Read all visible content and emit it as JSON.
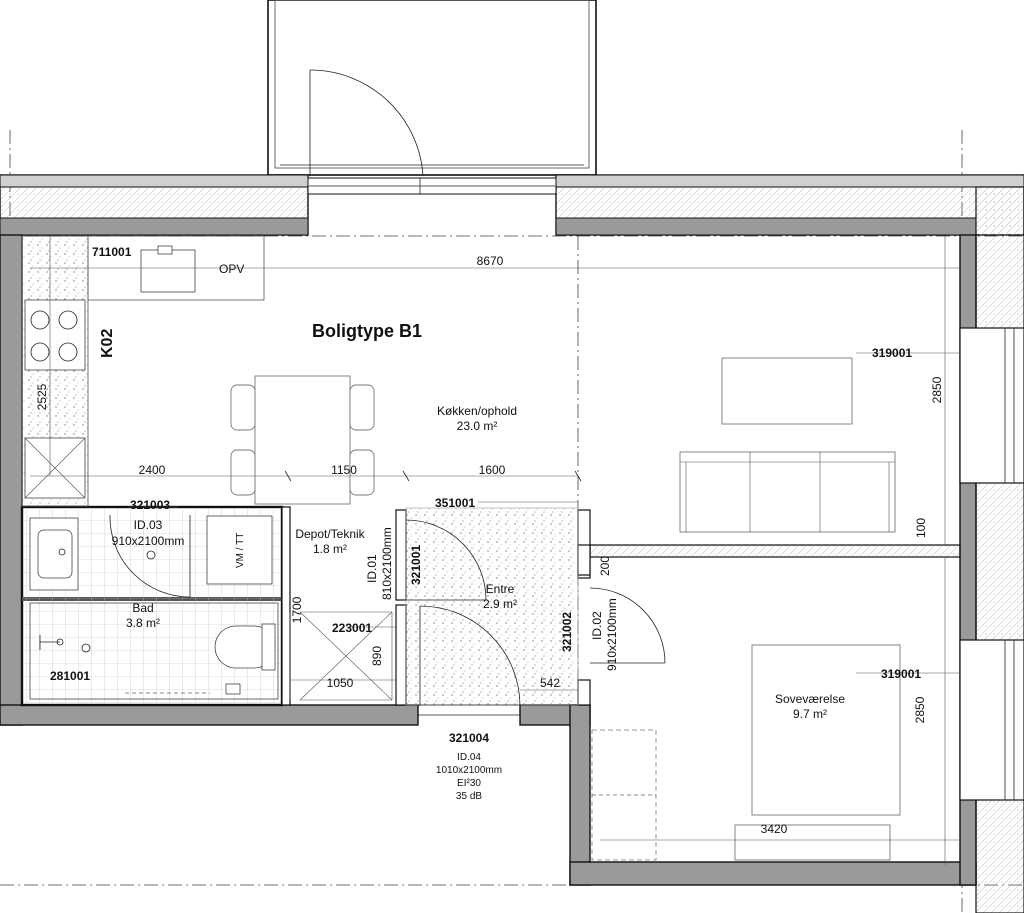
{
  "plan": {
    "title": "Boligtype B1",
    "unit_code": "K02",
    "rooms": {
      "kitchen": {
        "name": "Køkken/ophold",
        "area": "23.0 m²"
      },
      "bath": {
        "name": "Bad",
        "area": "3.8 m²"
      },
      "depot": {
        "name": "Depot/Teknik",
        "area": "1.8 m²"
      },
      "entry": {
        "name": "Entre",
        "area": "2.9 m²"
      },
      "bedroom": {
        "name": "Soveværelse",
        "area": "9.7 m²"
      }
    },
    "codes": {
      "c711001": "711001",
      "c321003": "321003",
      "c351001": "351001",
      "c321001": "321001",
      "c223001": "223001",
      "c321002": "321002",
      "c281001": "281001",
      "c319001a": "319001",
      "c319001b": "319001",
      "c321004": "321004"
    },
    "labels": {
      "opv": "OPV",
      "vm_tt": "VM / TT"
    },
    "doors": {
      "d03": {
        "id": "ID.03",
        "size": "910x2100mm"
      },
      "d01": {
        "id": "ID.01",
        "size": "810x2100mm"
      },
      "d02": {
        "id": "ID.02",
        "size": "910x2100mm"
      },
      "d04": {
        "id": "ID.04",
        "size": "1010x2100mm",
        "fire": "EI²30",
        "sound": "35 dB"
      }
    },
    "dimensions": {
      "d8670": "8670",
      "d2525": "2525",
      "d2400": "2400",
      "d1150": "1150",
      "d1600": "1600",
      "d2850a": "2850",
      "d100": "100",
      "d200": "200",
      "d1700": "1700",
      "d890": "890",
      "d1050": "1050",
      "d542": "542",
      "d2850b": "2850",
      "d3420": "3420"
    }
  }
}
